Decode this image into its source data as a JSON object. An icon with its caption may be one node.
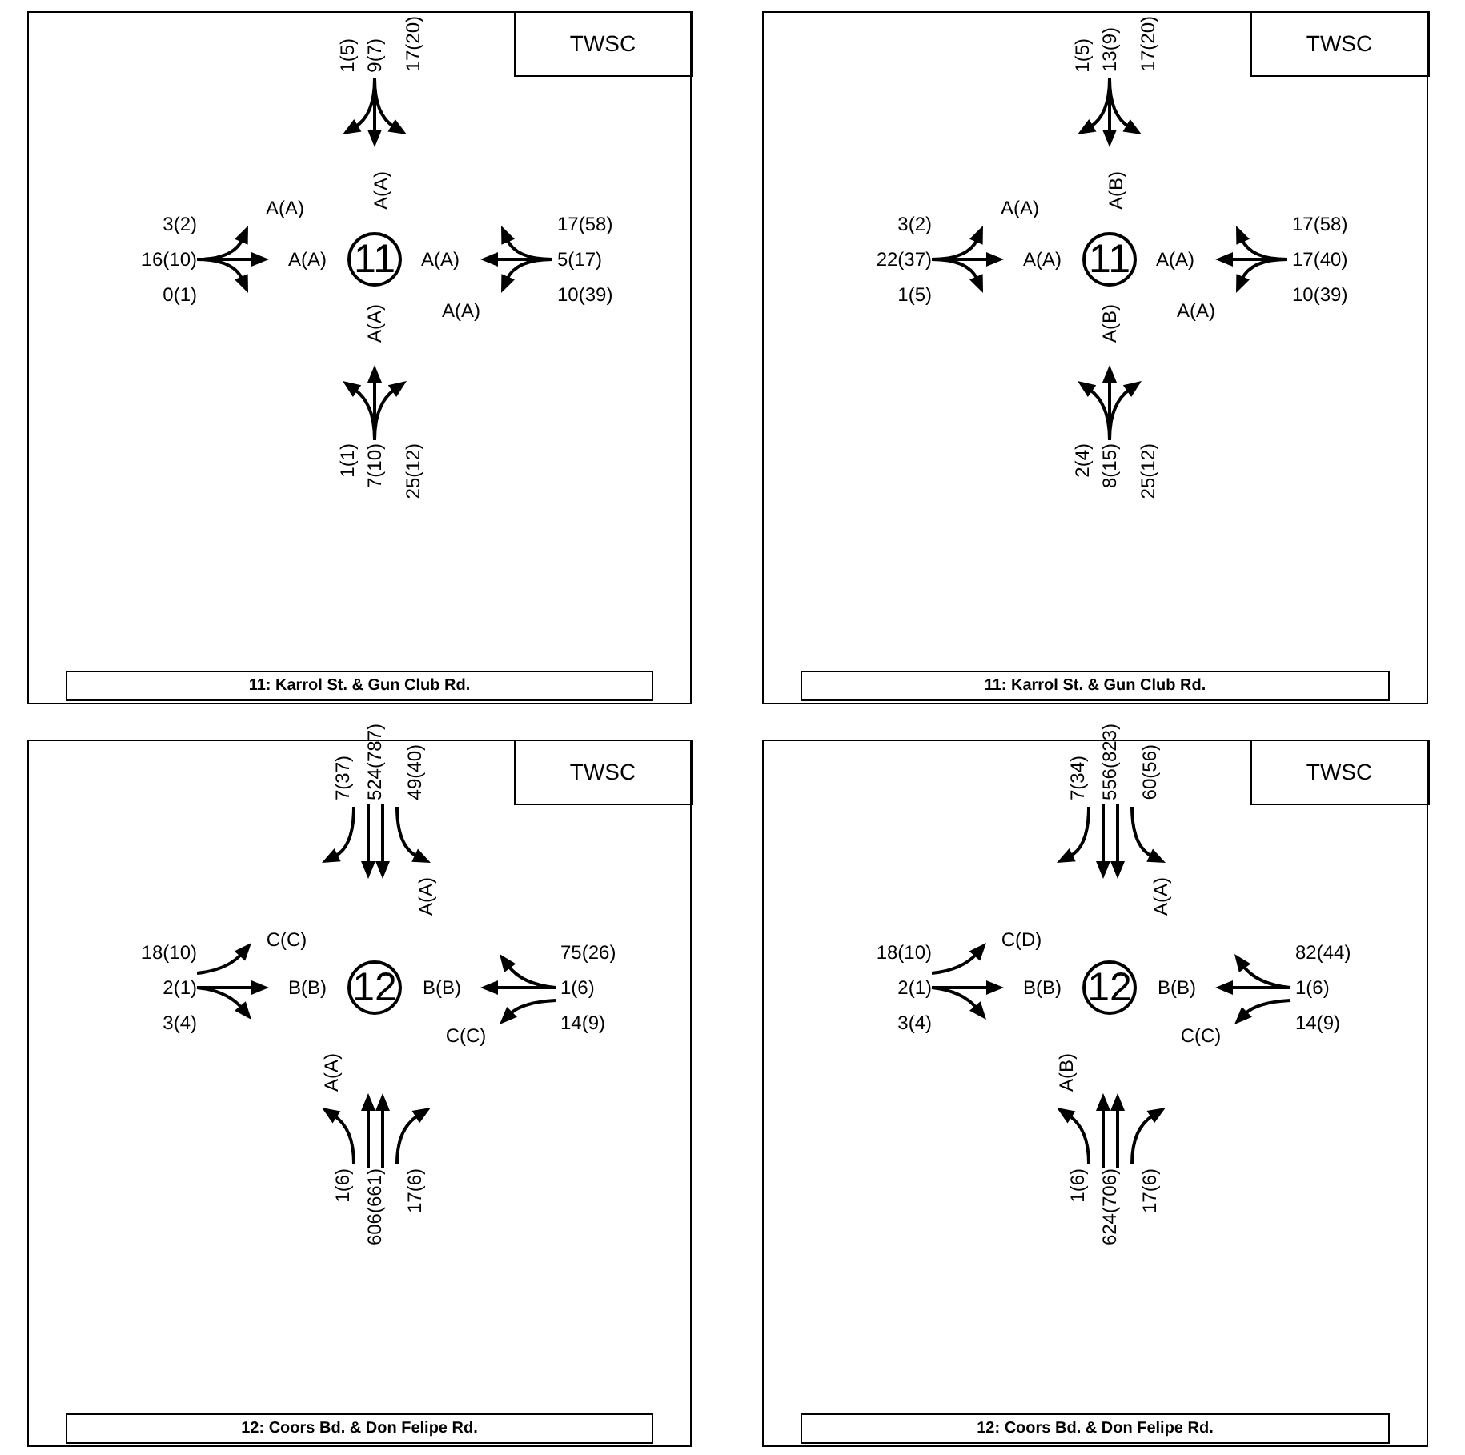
{
  "diagram": {
    "nodes": [
      {
        "text": [],
        "shape": "box"
      },
      {
        "text": [
          "TWSC"
        ],
        "in": 0
      },
      {
        "text": [
          "11"
        ],
        "in": 0
      },
      {
        "text": [
          "11: Karrol St. & Gun Club Rd."
        ],
        "in": 0
      },
      {
        "text": [],
        "shape": "box"
      },
      {
        "text": [
          "TWSC"
        ],
        "in": 4
      },
      {
        "text": [
          "11"
        ],
        "in": 4
      },
      {
        "text": [
          "11: Karrol St. & Gun Club Rd."
        ],
        "in": 4
      },
      {
        "text": [],
        "shape": "box"
      },
      {
        "text": [
          "TWSC"
        ],
        "in": 8
      },
      {
        "text": [
          "12"
        ],
        "in": 8
      },
      {
        "text": [
          "12: Coors Bd. & Don Felipe Rd."
        ],
        "in": 8
      },
      {
        "text": [],
        "shape": "box"
      },
      {
        "text": [
          "TWSC"
        ],
        "in": 12
      },
      {
        "text": [
          "12"
        ],
        "in": 12
      },
      {
        "text": [
          "12: Coors Bd. & Don Felipe Rd."
        ],
        "in": 12
      }
    ],
    "labels": [
      "1(5)",
      "9(7)",
      "17(20)",
      "A(A)",
      "3(2)",
      "16(10)",
      "0(1)",
      "A(A)",
      "A(A)",
      "A(A)",
      "A(A)",
      "17(58)",
      "5(17)",
      "10(39)",
      "A(A)",
      "1(1)",
      "7(10)",
      "25(12)",
      "1(5)",
      "13(9)",
      "17(20)",
      "A(B)",
      "3(2)",
      "22(37)",
      "1(5)",
      "A(A)",
      "A(A)",
      "A(A)",
      "A(A)",
      "17(58)",
      "17(40)",
      "10(39)",
      "A(B)",
      "2(4)",
      "8(15)",
      "25(12)",
      "7(37)",
      "524(787)",
      "49(40)",
      "A(A)",
      "18(10)",
      "2(1)",
      "3(4)",
      "C(C)",
      "B(B)",
      "B(B)",
      "C(C)",
      "75(26)",
      "1(6)",
      "14(9)",
      "A(A)",
      "1(6)",
      "606(661)",
      "17(6)",
      "7(34)",
      "556(823)",
      "60(56)",
      "A(A)",
      "18(10)",
      "2(1)",
      "3(4)",
      "C(D)",
      "B(B)",
      "B(B)",
      "C(C)",
      "82(44)",
      "1(6)",
      "14(9)",
      "A(B)",
      "1(6)",
      "624(706)",
      "17(6)"
    ]
  }
}
